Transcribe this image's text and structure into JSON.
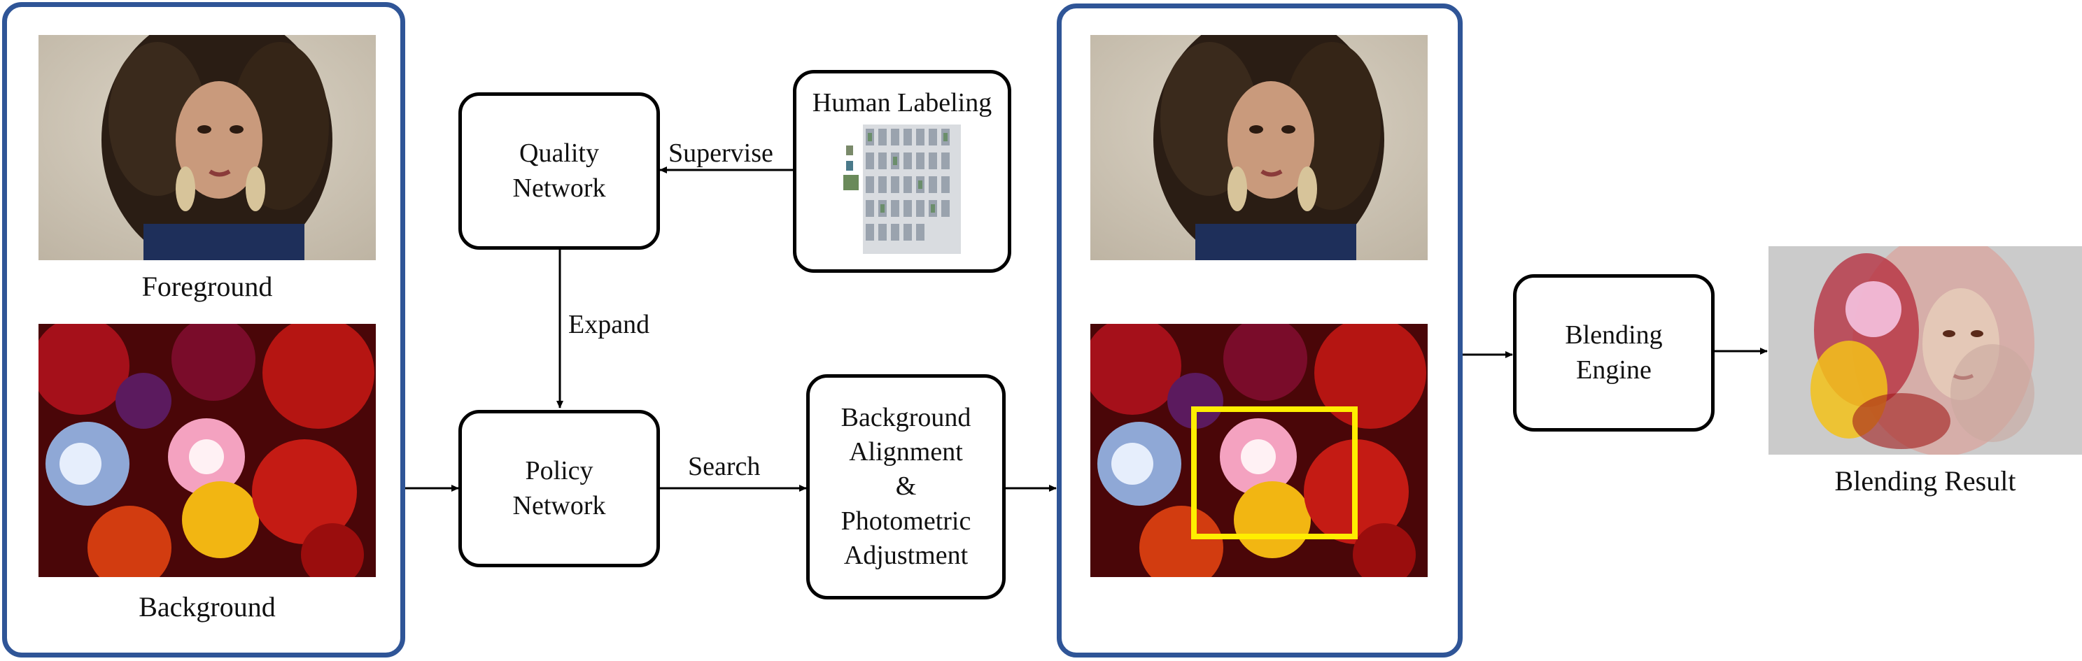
{
  "left_panel": {
    "foreground_caption": "Foreground",
    "background_caption": "Background"
  },
  "nodes": {
    "quality_network": "Quality\nNetwork",
    "policy_network": "Policy\nNetwork",
    "human_labeling": "Human Labeling",
    "background_alignment": "Background\nAlignment\n&\nPhotometric\nAdjustment",
    "blending_engine": "Blending\nEngine"
  },
  "edges": {
    "supervise": "Supervise",
    "expand": "Expand",
    "search": "Search"
  },
  "result": {
    "caption": "Blending Result"
  },
  "colors": {
    "panel_border": "#2f5597",
    "crop_box": "#ffee00",
    "node_border": "#000000"
  }
}
